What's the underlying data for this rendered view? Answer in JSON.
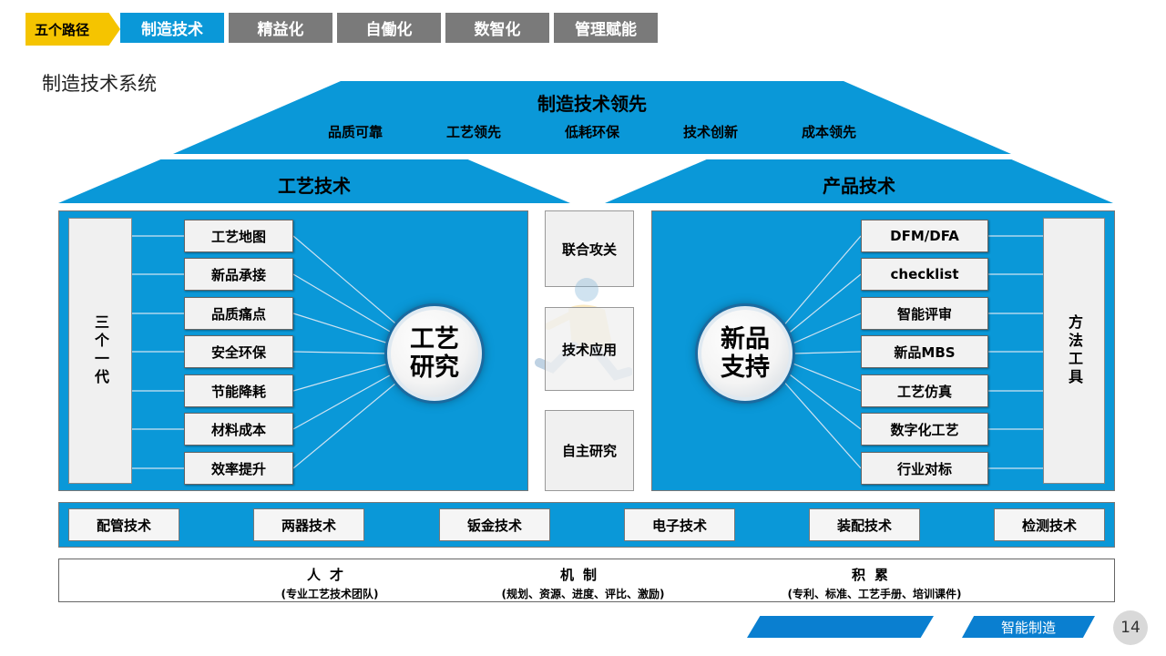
{
  "nav": {
    "badge": "五个路径",
    "tabs": [
      "制造技术",
      "精益化",
      "自働化",
      "数智化",
      "管理赋能"
    ]
  },
  "page_title": "制造技术系统",
  "top_roof": {
    "title": "制造技术领先",
    "items": [
      "品质可靠",
      "工艺领先",
      "低耗环保",
      "技术创新",
      "成本领先"
    ]
  },
  "left": {
    "roof_title": "工艺技术",
    "side_label": "三个一代",
    "items": [
      "工艺地图",
      "新品承接",
      "品质痛点",
      "安全环保",
      "节能降耗",
      "材料成本",
      "效率提升"
    ],
    "hub": "工艺研究"
  },
  "right": {
    "roof_title": "产品技术",
    "side_label": "方法工具",
    "items": [
      "DFM/DFA",
      "checklist",
      "智能评审",
      "新品MBS",
      "工艺仿真",
      "数字化工艺",
      "行业对标"
    ],
    "hub": "新品支持"
  },
  "middle": {
    "items": [
      "联合攻关",
      "技术应用",
      "自主研究"
    ]
  },
  "tech_strip": {
    "items": [
      "配管技术",
      "两器技术",
      "钣金技术",
      "电子技术",
      "装配技术",
      "检测技术"
    ]
  },
  "base": {
    "cols": [
      {
        "main": "人才",
        "sub": "(专业工艺技术团队)"
      },
      {
        "main": "机制",
        "sub": "(规划、资源、进度、评比、激励)"
      },
      {
        "main": "积累",
        "sub": "(专利、标准、工艺手册、培训课件)"
      }
    ]
  },
  "footer": {
    "label": "智能制造",
    "page_number": "14"
  },
  "colors": {
    "accent": "#0a98d8",
    "nav_inactive": "#7a7a7a",
    "badge": "#f5c400",
    "footer_blue": "#0a7fd0"
  }
}
